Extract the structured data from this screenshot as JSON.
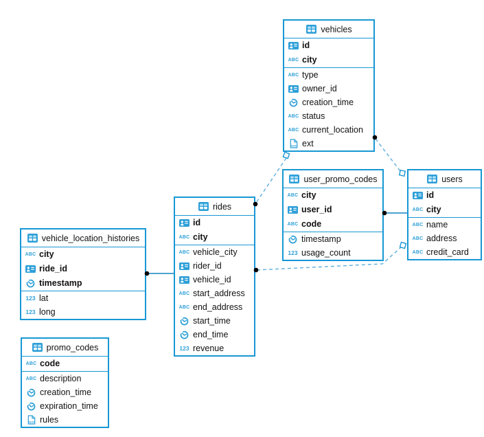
{
  "diagram": {
    "tables": [
      {
        "key": "vehicles",
        "title": "vehicles",
        "columns": [
          {
            "name": "id",
            "icon": "id-icon",
            "key": true
          },
          {
            "name": "city",
            "icon": "text-icon",
            "key": true
          },
          {
            "name": "type",
            "icon": "text-icon",
            "key": false
          },
          {
            "name": "owner_id",
            "icon": "id-icon",
            "key": false
          },
          {
            "name": "creation_time",
            "icon": "time-icon",
            "key": false
          },
          {
            "name": "status",
            "icon": "text-icon",
            "key": false
          },
          {
            "name": "current_location",
            "icon": "text-icon",
            "key": false
          },
          {
            "name": "ext",
            "icon": "json-icon",
            "key": false
          }
        ]
      },
      {
        "key": "user_promo_codes",
        "title": "user_promo_codes",
        "columns": [
          {
            "name": "city",
            "icon": "text-icon",
            "key": true
          },
          {
            "name": "user_id",
            "icon": "id-icon",
            "key": true
          },
          {
            "name": "code",
            "icon": "text-icon",
            "key": true
          },
          {
            "name": "timestamp",
            "icon": "time-icon",
            "key": false
          },
          {
            "name": "usage_count",
            "icon": "number-icon",
            "key": false
          }
        ]
      },
      {
        "key": "users",
        "title": "users",
        "columns": [
          {
            "name": "id",
            "icon": "id-icon",
            "key": true
          },
          {
            "name": "city",
            "icon": "text-icon",
            "key": true
          },
          {
            "name": "name",
            "icon": "text-icon",
            "key": false
          },
          {
            "name": "address",
            "icon": "text-icon",
            "key": false
          },
          {
            "name": "credit_card",
            "icon": "text-icon",
            "key": false
          }
        ]
      },
      {
        "key": "rides",
        "title": "rides",
        "columns": [
          {
            "name": "id",
            "icon": "id-icon",
            "key": true
          },
          {
            "name": "city",
            "icon": "text-icon",
            "key": true
          },
          {
            "name": "vehicle_city",
            "icon": "text-icon",
            "key": false
          },
          {
            "name": "rider_id",
            "icon": "id-icon",
            "key": false
          },
          {
            "name": "vehicle_id",
            "icon": "id-icon",
            "key": false
          },
          {
            "name": "start_address",
            "icon": "text-icon",
            "key": false
          },
          {
            "name": "end_address",
            "icon": "text-icon",
            "key": false
          },
          {
            "name": "start_time",
            "icon": "time-icon",
            "key": false
          },
          {
            "name": "end_time",
            "icon": "time-icon",
            "key": false
          },
          {
            "name": "revenue",
            "icon": "number-icon",
            "key": false
          }
        ]
      },
      {
        "key": "vehicle_location_histories",
        "title": "vehicle_location_histories",
        "columns": [
          {
            "name": "city",
            "icon": "text-icon",
            "key": true
          },
          {
            "name": "ride_id",
            "icon": "id-icon",
            "key": true
          },
          {
            "name": "timestamp",
            "icon": "time-icon",
            "key": true
          },
          {
            "name": "lat",
            "icon": "number-icon",
            "key": false
          },
          {
            "name": "long",
            "icon": "number-icon",
            "key": false
          }
        ]
      },
      {
        "key": "promo_codes",
        "title": "promo_codes",
        "columns": [
          {
            "name": "code",
            "icon": "text-icon",
            "key": true
          },
          {
            "name": "description",
            "icon": "text-icon",
            "key": false
          },
          {
            "name": "creation_time",
            "icon": "time-icon",
            "key": false
          },
          {
            "name": "expiration_time",
            "icon": "time-icon",
            "key": false
          },
          {
            "name": "rules",
            "icon": "json-icon",
            "key": false
          }
        ]
      }
    ],
    "relationships": [
      {
        "from": "rides",
        "to": "vehicles",
        "from_marker": "dot",
        "to_marker": "diamond",
        "style": "dashed"
      },
      {
        "from": "users",
        "to": "vehicles",
        "from_marker": "diamond",
        "to_marker": "dot",
        "style": "dashed"
      },
      {
        "from": "users",
        "to": "rides",
        "from_marker": "diamond",
        "to_marker": "dot",
        "style": "dashed"
      },
      {
        "from": "users",
        "to": "user_promo_codes",
        "from_marker": "none",
        "to_marker": "dot",
        "style": "solid"
      },
      {
        "from": "rides",
        "to": "vehicle_location_histories",
        "from_marker": "none",
        "to_marker": "dot",
        "style": "solid"
      }
    ],
    "icon_labels": {
      "text_icon": "ABC",
      "number_icon": "123",
      "json_icon": "JSON"
    },
    "colors": {
      "table_border": "#1797d4",
      "icon_blue": "#2d9fd8",
      "relationship_dashed": "#66b2e0",
      "relationship_solid": "#1283c4",
      "marker_dot": "#000000"
    }
  }
}
